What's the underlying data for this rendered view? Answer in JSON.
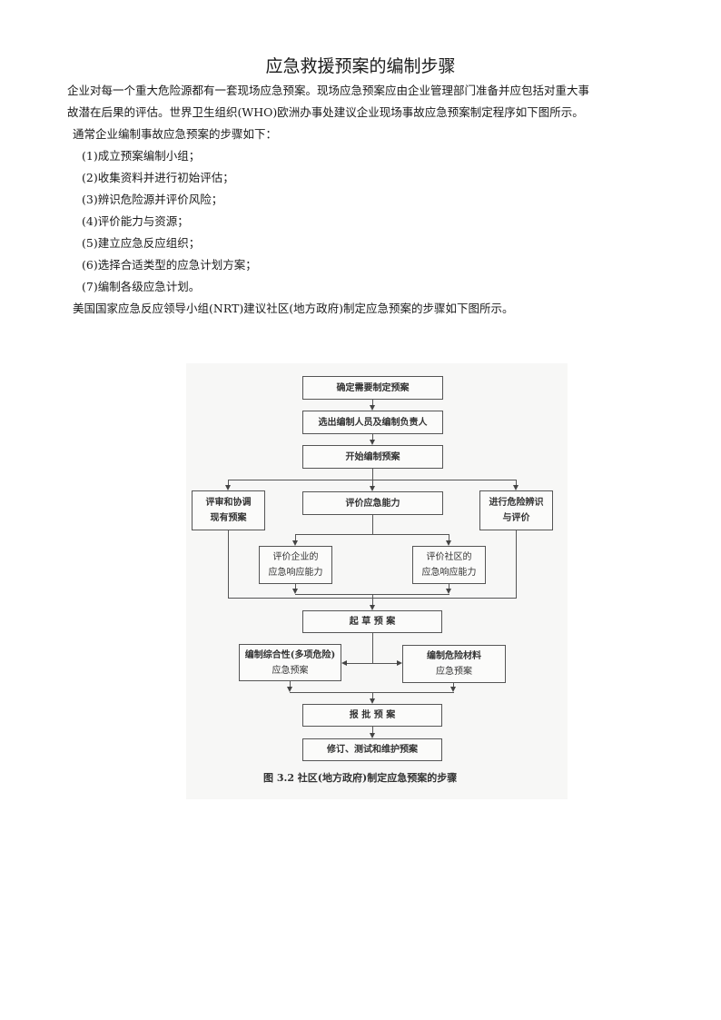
{
  "document": {
    "title": "应急救援预案的编制步骤",
    "intro_line1": "企业对每一个重大危险源都有一套现场应急预案。现场应急预案应由企业管理部门准备并应包括对重大事",
    "intro_line2": "故潜在后果的评估。世界卫生组织(WHO)欧洲办事处建议企业现场事故应急预案制定程序如下图所示。",
    "steps_heading": "通常企业编制事故应急预案的步骤如下：",
    "steps": [
      "(1)成立预案编制小组；",
      "(2)收集资料并进行初始评估；",
      "(3)辨识危险源并评价风险；",
      "(4)评价能力与资源；",
      "(5)建立应急反应组织；",
      "(6)选择合适类型的应急计划方案；",
      "(7)编制各级应急计划。"
    ],
    "nrt_line": "美国国家应急反应领导小组(NRT)建议社区(地方政府)制定应急预案的步骤如下图所示。"
  },
  "figure": {
    "boxes": {
      "b1": "确定需要制定预案",
      "b2": "选出编制人员及编制负责人",
      "b3": "开始编制预案",
      "left_l1": "评审和协调",
      "left_l2": "现有预案",
      "center": "评价应急能力",
      "right_l1": "进行危险辨识",
      "right_l2": "与评价",
      "ent_l1": "评价企业的",
      "ent_l2": "应急响应能力",
      "com_l1": "评价社区的",
      "com_l2": "应急响应能力",
      "draft": "起 草 预 案",
      "multi_l1": "编制综合性(多项危险)",
      "multi_l2": "应急预案",
      "haz_l1": "编制危险材料",
      "haz_l2": "应急预案",
      "approve": "报 批 预 案",
      "revise": "修订、测试和维护预案"
    },
    "caption": "图 3.2   社区(地方政府)制定应急预案的步骤"
  }
}
